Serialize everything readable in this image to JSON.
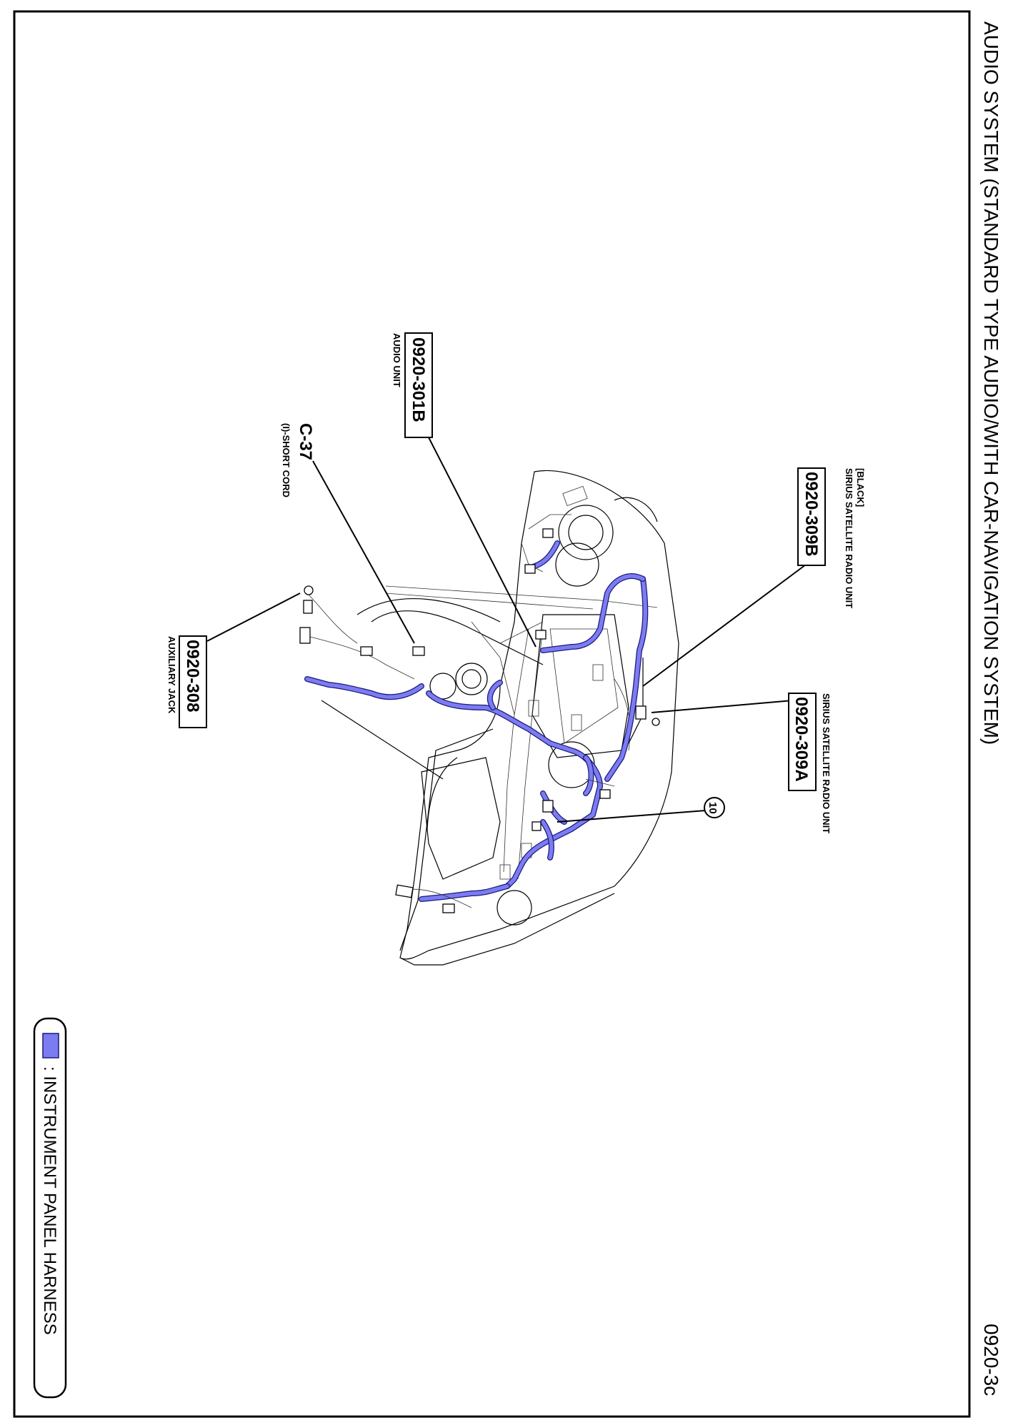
{
  "title": "AUDIO SYSTEM (STANDARD TYPE AUDIO/WITH CAR-NAVIGATION SYSTEM)",
  "page_number": "0920-3c",
  "callouts": [
    {
      "code": "0920-309B",
      "labels": [
        "[BLACK]",
        "SIRIUS SATELLITE RADIO UNIT"
      ]
    },
    {
      "code": "0920-309A",
      "labels": [
        "SIRIUS SATELLITE RADIO UNIT"
      ]
    },
    {
      "code": "0920-301B",
      "labels": [
        "AUDIO UNIT"
      ]
    },
    {
      "code": "C-37",
      "labels": [
        "(I)-SHORT CORD"
      ]
    },
    {
      "code": "0920-308",
      "labels": [
        "AUXILIARY JACK"
      ]
    }
  ],
  "ground_point": "10",
  "legend": {
    "swatch_color": "#7c7cf2",
    "label": ": INSTRUMENT PANEL HARNESS"
  },
  "colors": {
    "harness": "#7c7cf2",
    "harness_outline": "#1a1a7a",
    "line": "#000000"
  }
}
